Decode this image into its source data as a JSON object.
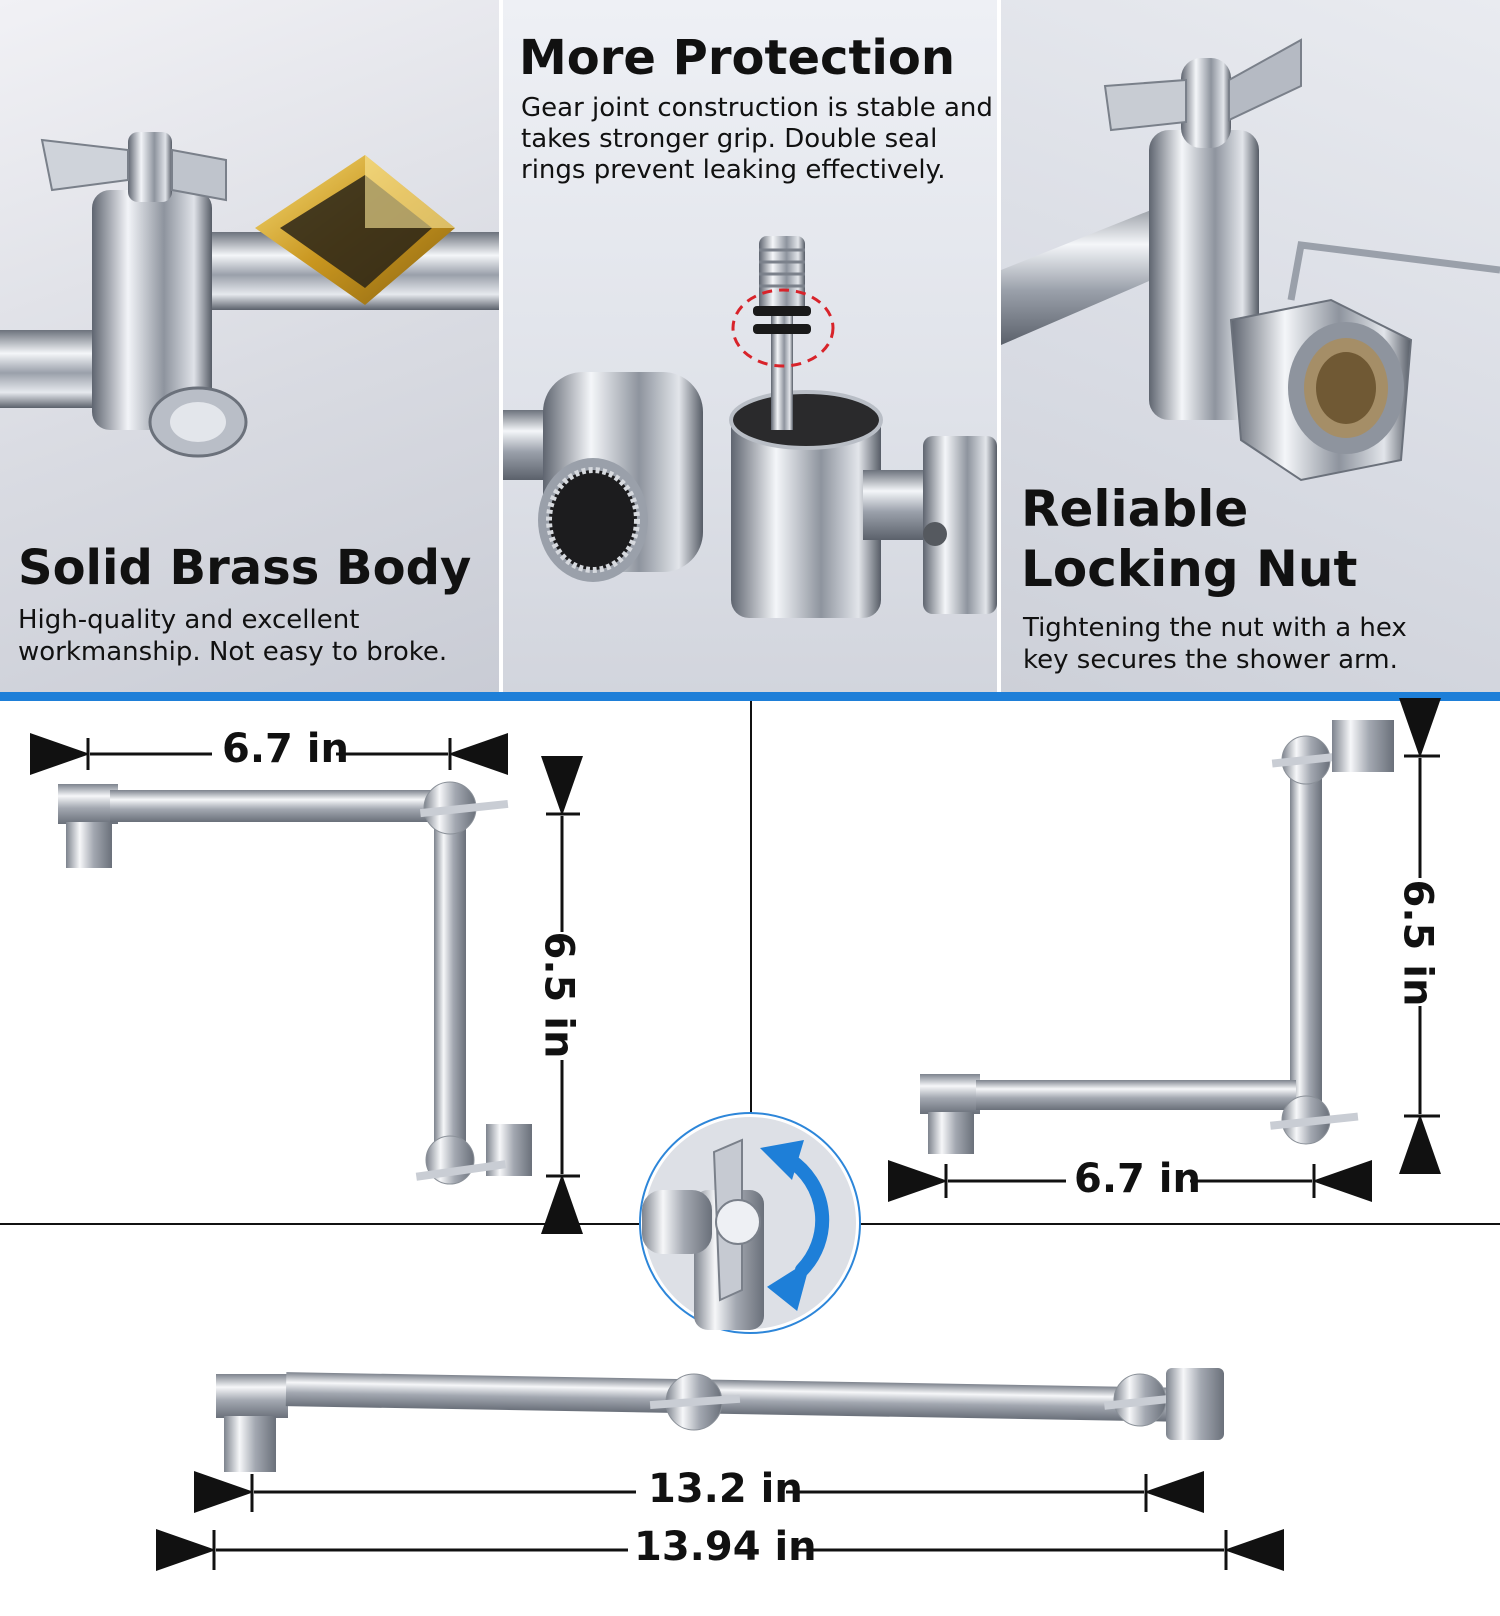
{
  "features": {
    "brass": {
      "title": "Solid Brass Body",
      "desc1": "High-quality and excellent",
      "desc2": "workmanship. Not easy to broke."
    },
    "protection": {
      "title": "More Protection",
      "desc1": "Gear joint construction is stable and",
      "desc2": "takes stronger grip. Double seal",
      "desc3": "rings prevent leaking effectively."
    },
    "nut": {
      "title1": "Reliable",
      "title2": "Locking Nut",
      "desc1": "Tightening the nut with a hex",
      "desc2": "key secures the shower arm."
    }
  },
  "dimensions": {
    "top_left_width": "6.7 in",
    "top_left_height": "6.5 in",
    "top_right_height": "6.5 in",
    "top_right_width": "6.7 in",
    "straight_inner": "13.2 in",
    "straight_total": "13.94 in"
  },
  "colors": {
    "accent_blue": "#1e7fd8",
    "gold": "#d4a52a",
    "chrome": "#c8ccd3"
  },
  "icons": [
    "rotate-arrows-icon",
    "hex-key-icon"
  ]
}
